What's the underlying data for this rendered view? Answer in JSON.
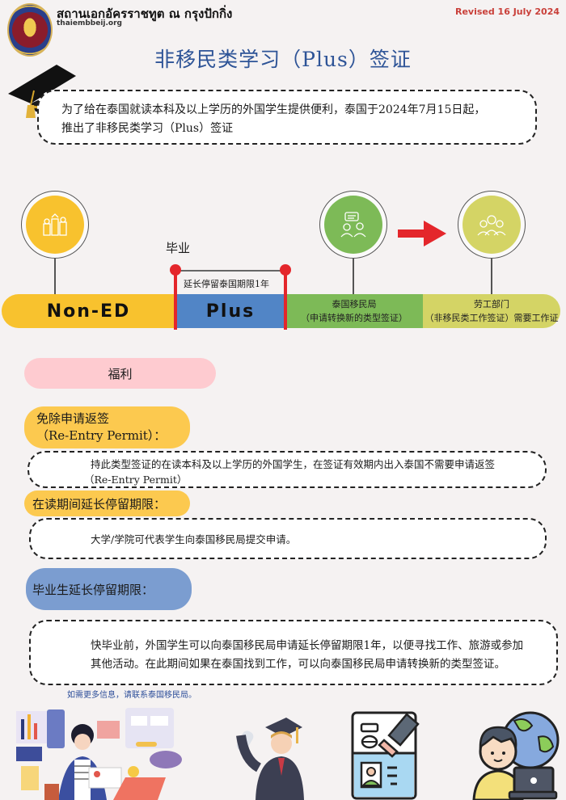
{
  "header": {
    "thai_name": "สถานเอกอัครราชทูต ณ กรุงปักกิ่ง",
    "site": "thaiembbeij.org",
    "revised": "Revised 16 July 2024",
    "seal_icon": "royal-thai-embassy-seal"
  },
  "title": "非移民类学习（Plus）签证",
  "intro": {
    "line1": "为了给在泰国就读本科及以上学历的外国学生提供便利，泰国于2024年7月15日起，",
    "line2": "推出了非移民类学习（Plus）签证"
  },
  "timeline": {
    "graduation_label": "毕业",
    "extend_label": "延长停留泰国期限1年",
    "segments": [
      {
        "label": "Non-ED",
        "color": "#f8c22e",
        "icon": "students-icon"
      },
      {
        "label": "Plus",
        "color": "#5185c6"
      },
      {
        "line1": "泰国移民局",
        "line2": "（申请转换新的类型签证）",
        "color": "#7dba57",
        "icon": "consultation-icon"
      },
      {
        "line1": "劳工部门",
        "line2": "（非移民类工作签证）需要工作证",
        "color": "#d4d465",
        "icon": "team-icon"
      }
    ],
    "accent_red": "#e4262b"
  },
  "benefits": {
    "heading": "福利",
    "items": [
      {
        "tag_line1": "免除申请返签",
        "tag_line2": "（Re-Entry Permit）：",
        "desc_line1": "持此类型签证的在读本科及以上学历的外国学生，在签证有效期内出入泰国不需要申请返签",
        "desc_line2": "（Re-Entry Permit）"
      },
      {
        "tag": "在读期间延长停留期限：",
        "desc": "大学/学院可代表学生向泰国移民局提交申请。"
      },
      {
        "tag": "毕业生延长停留期限：",
        "desc_line1": "快毕业前，外国学生可以向泰国移民局申请延长停留期限1年，以便寻找工作、旅游或参加",
        "desc_line2": "其他活动。在此期间如果在泰国找到工作，可以向泰国移民局申请转换新的类型签证。"
      }
    ]
  },
  "footer_note": "如需更多信息，请联系泰国移民局。",
  "illustrations": [
    "online-work-illustration",
    "graduate-illustration",
    "visa-passport-stamp-illustration",
    "global-worker-illustration"
  ]
}
